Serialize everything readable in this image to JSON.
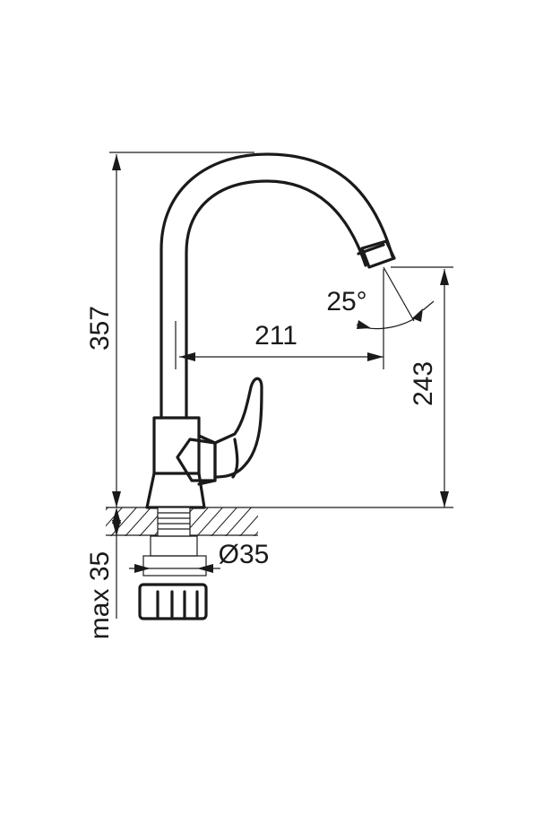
{
  "dimensions": {
    "total_height": "357",
    "spout_reach": "211",
    "spout_height": "243",
    "swivel_angle": "25°",
    "mounting_hole": "Ø35",
    "max_deck_thickness": "max 35"
  },
  "colors": {
    "line": "#1a1a1a",
    "background": "#ffffff"
  }
}
